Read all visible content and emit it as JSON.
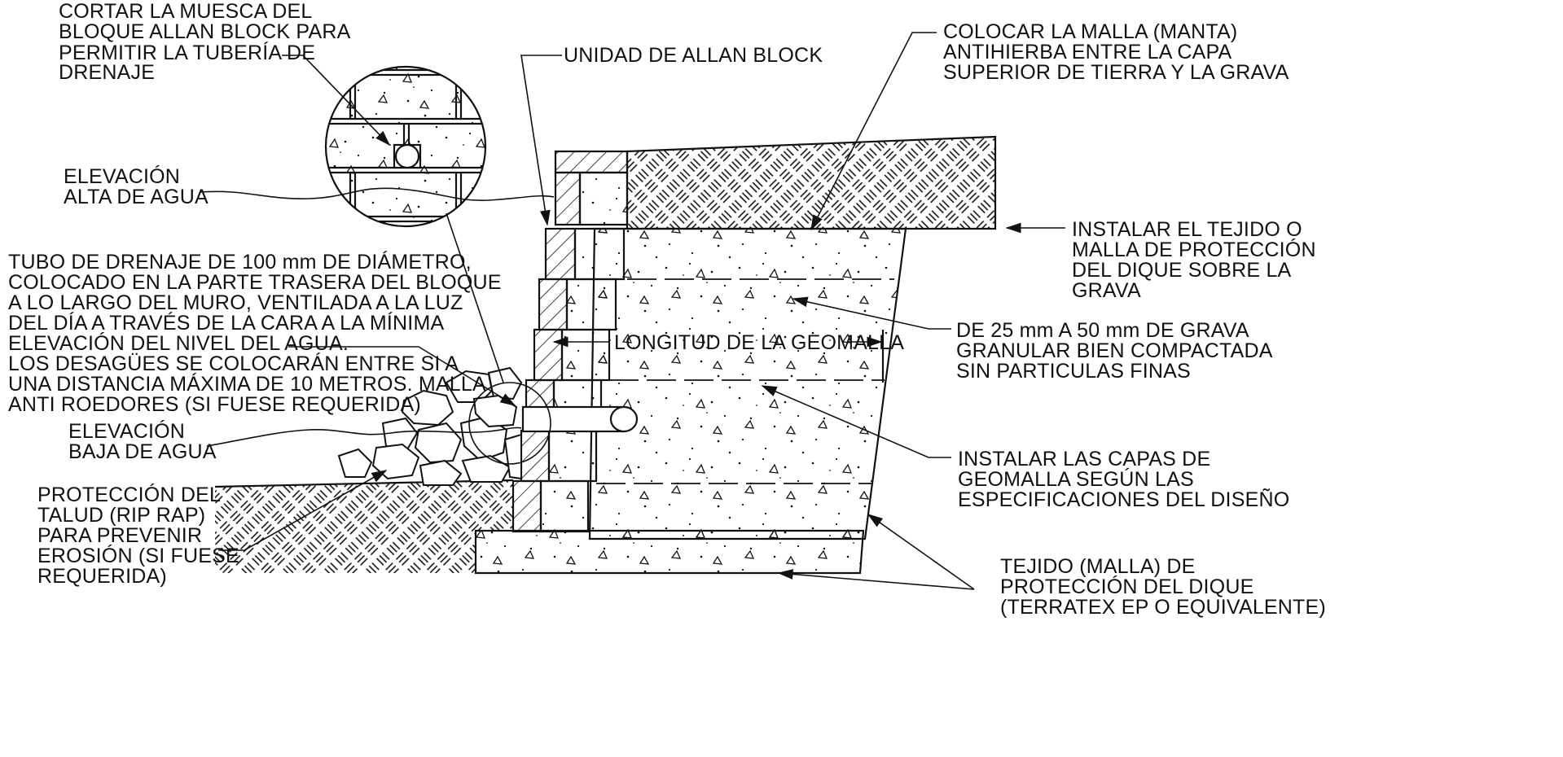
{
  "labels": {
    "notch": [
      "CORTAR LA MUESCA DEL",
      "BLOQUE ALLAN BLOCK PARA",
      "PERMITIR LA TUBERÍA DE",
      "DRENAJE"
    ],
    "high_water": [
      "ELEVACIÓN",
      "ALTA DE AGUA"
    ],
    "drain": [
      "TUBO DE DRENAJE DE 100 mm DE DIÁMETRO,",
      "COLOCADO EN LA PARTE TRASERA DEL BLOQUE",
      "A LO LARGO DEL MURO, VENTILADA A LA LUZ",
      "DEL DÍA A TRAVÉS DE LA CARA A LA MÍNIMA",
      "ELEVACIÓN DEL NIVEL DEL AGUA.",
      "LOS DESAGÜES SE COLOCARÁN ENTRE SI A",
      "UNA DISTANCIA MÁXIMA DE 10 METROS. MALLA",
      "ANTI ROEDORES (SI FUESE REQUERIDA)"
    ],
    "low_water": [
      "ELEVACIÓN",
      "BAJA DE AGUA"
    ],
    "riprap": [
      "PROTECCIÓN DEL",
      "TALUD (RIP RAP)",
      "PARA PREVENIR",
      "EROSIÓN (SI FUESE",
      "REQUERIDA)"
    ],
    "unit": [
      "UNIDAD DE ALLAN BLOCK"
    ],
    "geogrid_length": [
      "LONGITUD DE LA GEOMALLA"
    ],
    "blanket": [
      "COLOCAR LA MALLA (MANTA)",
      "ANTIHIERBA ENTRE LA CAPA",
      "SUPERIOR DE TIERRA Y LA GRAVA"
    ],
    "fabric_top": [
      "INSTALAR EL TEJIDO O",
      "MALLA DE PROTECCIÓN",
      "DEL DIQUE SOBRE LA",
      "GRAVA"
    ],
    "gravel": [
      "DE 25 mm A 50 mm DE GRAVA",
      "GRANULAR BIEN COMPACTADA",
      "SIN PARTICULAS FINAS"
    ],
    "geogrid_layers": [
      "INSTALAR LAS CAPAS DE",
      "GEOMALLA SEGÚN LAS",
      "ESPECIFICACIONES DEL DISEÑO"
    ],
    "fabric_bottom": [
      "TEJIDO (MALLA) DE",
      "PROTECCIÓN DEL DIQUE",
      "(TERRATEX EP O EQUIVALENTE)"
    ]
  }
}
